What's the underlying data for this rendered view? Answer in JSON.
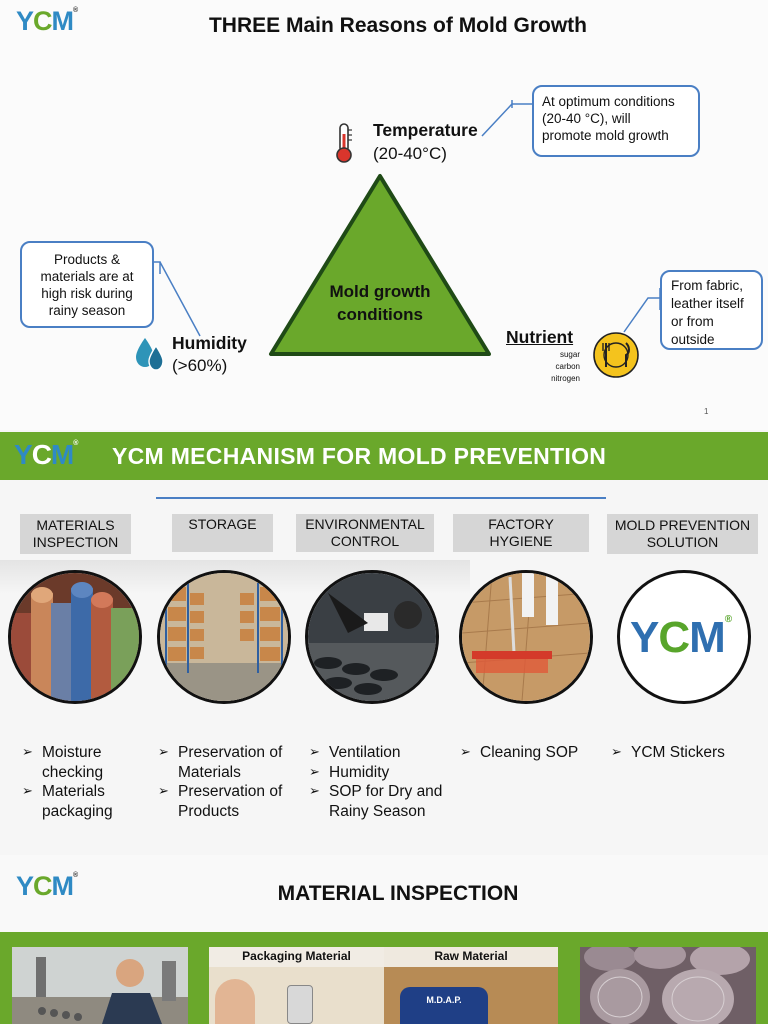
{
  "brand": {
    "y": "Y",
    "c": "C",
    "m": "M",
    "reg": "®"
  },
  "slide1": {
    "title": "THREE Main Reasons of Mold Growth",
    "triangle_label_line1": "Mold growth",
    "triangle_label_line2": "conditions",
    "temperature": {
      "title": "Temperature",
      "value": "(20-40°C)",
      "icon": "thermometer-icon"
    },
    "humidity": {
      "title": "Humidity",
      "value": "(>60%)",
      "icon": "water-drops-icon"
    },
    "nutrient": {
      "title": "Nutrient",
      "sub1": "sugar",
      "sub2": "carbon",
      "sub3": "nitrogen",
      "icon": "fork-knife-plate-icon"
    },
    "callout_temperature": {
      "line1": "At optimum conditions",
      "line2": "(20-40 °C), will",
      "line3": "promote mold growth"
    },
    "callout_humidity": {
      "line1": "Products &",
      "line2": "materials are at",
      "line3": "high risk during",
      "line4": "rainy season"
    },
    "callout_nutrient": {
      "line1": "From fabric,",
      "line2": "leather itself",
      "line3": "or from",
      "line4": "outside"
    },
    "page_number": "1"
  },
  "slide2": {
    "title": "YCM MECHANISM FOR MOLD PREVENTION",
    "categories": [
      {
        "line1": "MATERIALS",
        "line2": "INSPECTION"
      },
      {
        "line1": "STORAGE",
        "line2": ""
      },
      {
        "line1": "ENVIRONMENTAL",
        "line2": "CONTROL"
      },
      {
        "line1": "FACTORY",
        "line2": "HYGIENE"
      },
      {
        "line1": "MOLD PREVENTION",
        "line2": "SOLUTION"
      }
    ],
    "bullets": [
      [
        "Moisture checking",
        "Materials packaging"
      ],
      [
        "Preservation of Materials",
        "Preservation of Products"
      ],
      [
        "Ventilation",
        "Humidity",
        "SOP for Dry and Rainy Season"
      ],
      [
        "Cleaning SOP"
      ],
      [
        "YCM Stickers"
      ]
    ]
  },
  "slide3": {
    "title": "MATERIAL INSPECTION",
    "label_packaging": "Packaging Material",
    "label_raw": "Raw Material",
    "device_label": "M.D.A.P."
  },
  "colors": {
    "green": "#6aa82b",
    "blue": "#2f8ac4",
    "callout_border": "#4a7fc4",
    "triangle": "#6aa82b"
  }
}
